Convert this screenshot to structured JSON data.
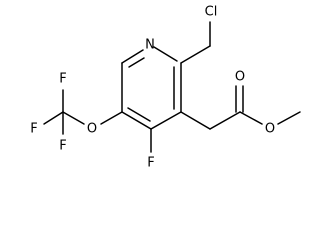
{
  "molecule": {
    "atoms": {
      "N1": "N",
      "Cl": "Cl",
      "O_carbonyl": "O",
      "O_ester": "O",
      "O_ether": "O",
      "F_ring": "F",
      "F_top": "F",
      "F_left": "F",
      "F_bottom": "F"
    }
  }
}
